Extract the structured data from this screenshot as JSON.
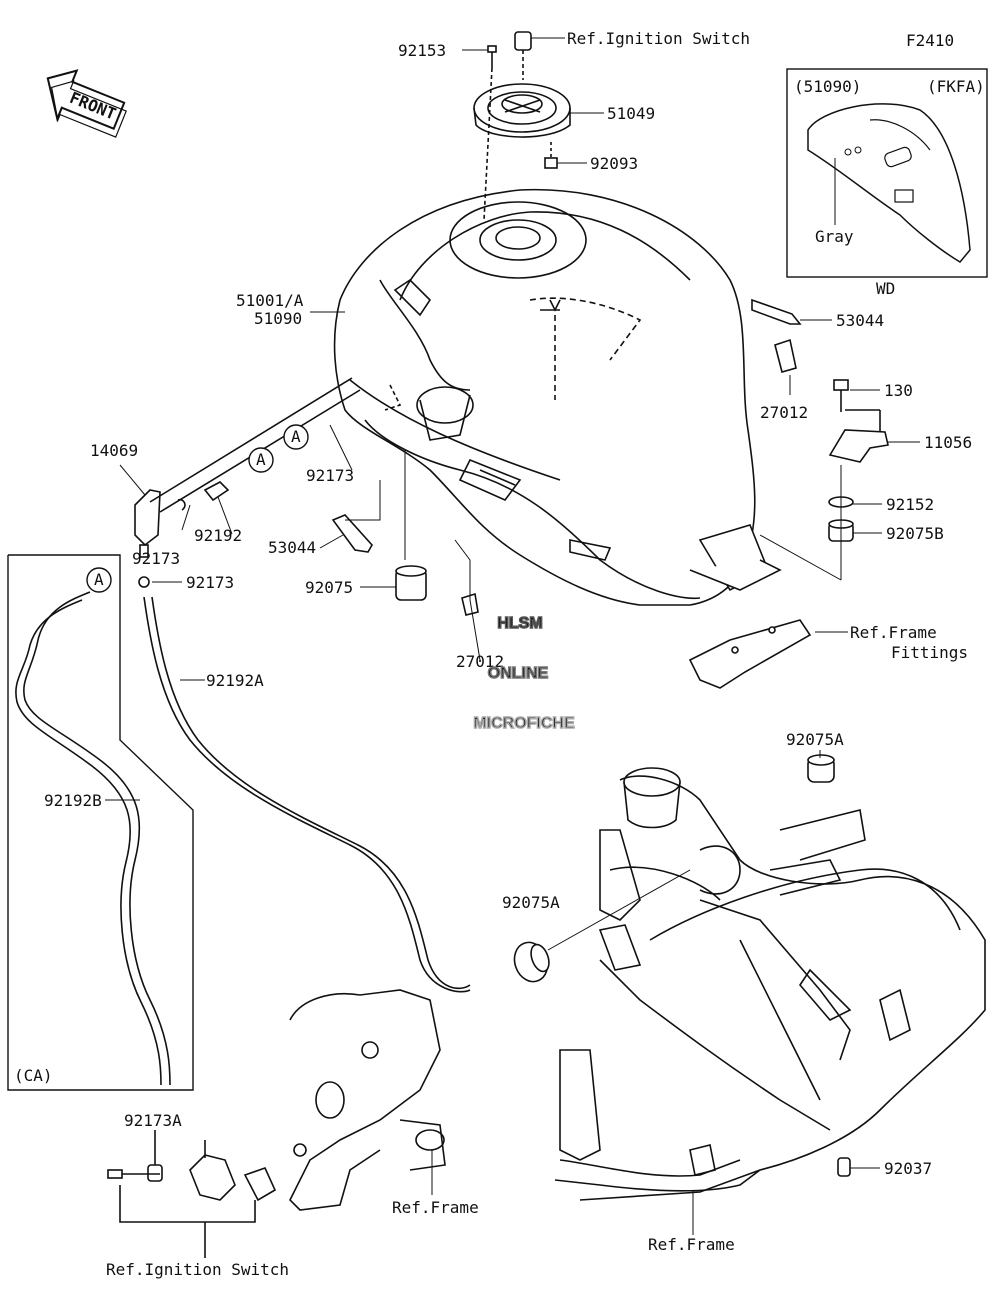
{
  "figure_code": "F2410",
  "front_arrow_label": "FRONT",
  "callouts": {
    "p92153": "92153",
    "ref_ignition_top": "Ref.Ignition Switch",
    "p51049": "51049",
    "p92093": "92093",
    "p51001": "51001/A",
    "p51090_main": "51090",
    "p53044_right": "53044",
    "p130": "130",
    "p27012_right": "27012",
    "p11056": "11056",
    "p92152": "92152",
    "p92075B": "92075B",
    "ref_frame_fittings_1": "Ref.Frame",
    "ref_frame_fittings_2": "Fittings",
    "p14069": "14069",
    "p92173_upper": "92173",
    "p92192": "92192",
    "p92173_mid": "92173",
    "p92173_lower": "92173",
    "p53044_left": "53044",
    "p92075": "92075",
    "p27012_mid": "27012",
    "p92192A": "92192A",
    "p92192B": "92192B",
    "p92075A_top": "92075A",
    "p92075A_left": "92075A",
    "p92037": "92037",
    "p92173A": "92173A",
    "ref_frame_lower": "Ref.Frame",
    "ref_frame_bottom": "Ref.Frame",
    "ref_ignition_bottom": "Ref.Ignition Switch"
  },
  "marker_A": "A",
  "inset_wd": {
    "part": "(51090)",
    "model": "(FKFA)",
    "color_note": "Gray",
    "region": "WD"
  },
  "inset_ca": {
    "region": "(CA)"
  },
  "watermark": {
    "line1": "HLSM",
    "line2": "ONLINE",
    "line3": "MICROFICHE"
  }
}
